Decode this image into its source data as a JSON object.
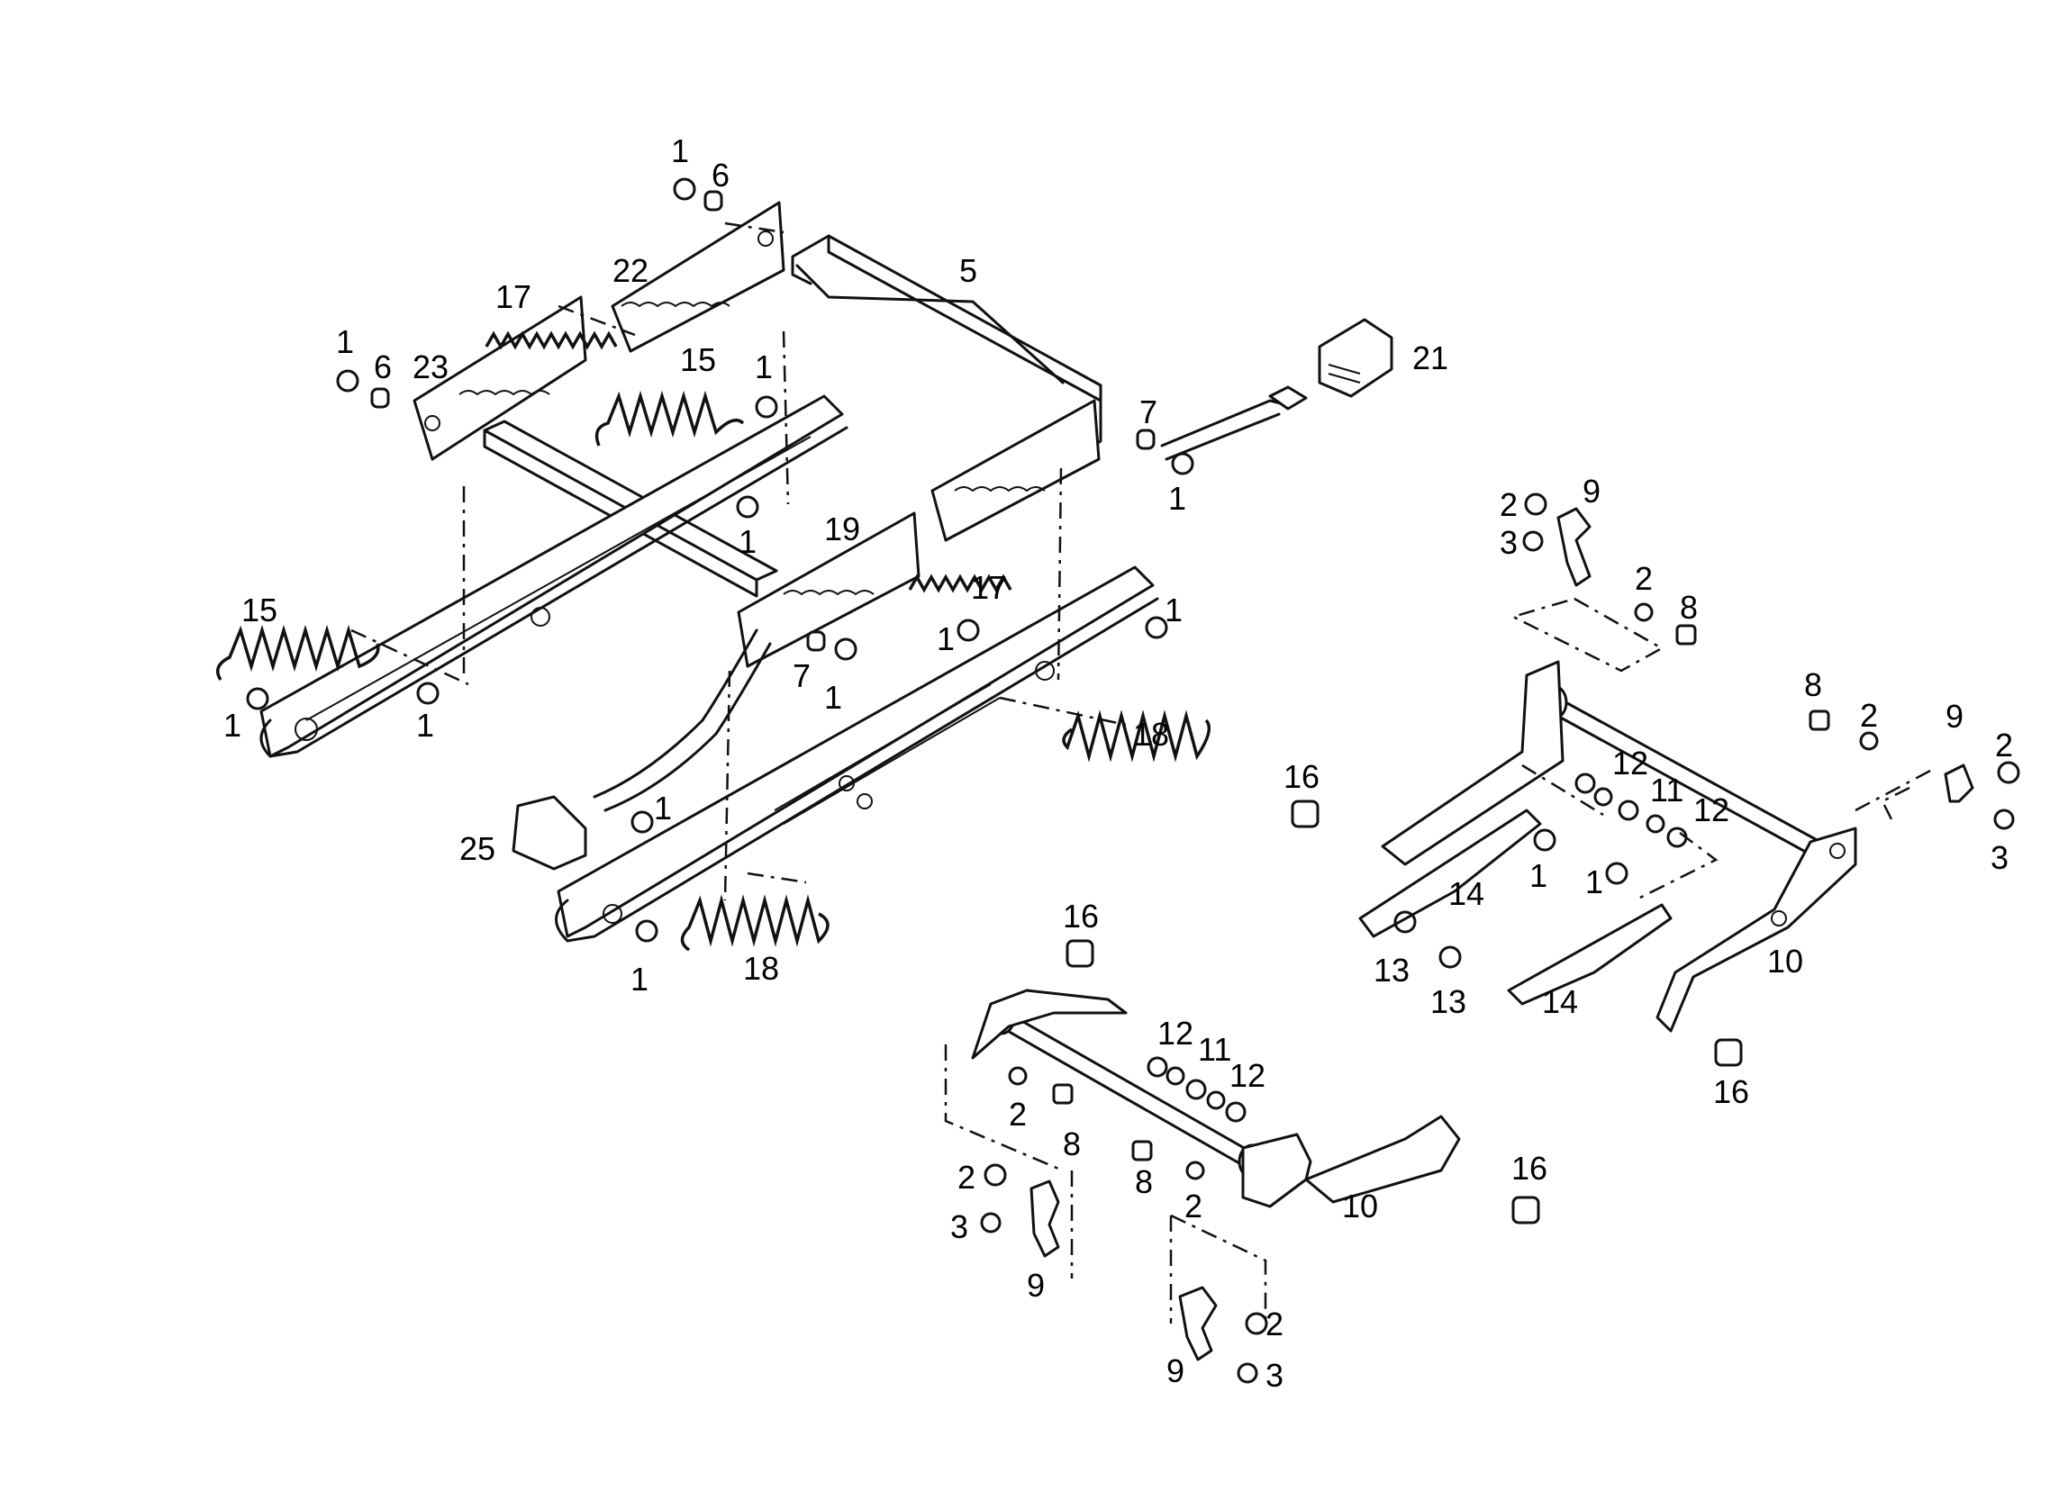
{
  "labels": {
    "upper": [
      "1",
      "6",
      "22",
      "5",
      "17",
      "1",
      "6",
      "23",
      "15",
      "1",
      "21",
      "7",
      "1",
      "1",
      "19",
      "17",
      "15",
      "1",
      "1",
      "7",
      "1",
      "1",
      "1",
      "18",
      "25",
      "1",
      "1",
      "18"
    ],
    "right": [
      "2",
      "9",
      "3",
      "2",
      "8",
      "8",
      "2",
      "9",
      "2",
      "16",
      "12",
      "11",
      "12",
      "1",
      "3",
      "1",
      "14",
      "13",
      "13",
      "14",
      "10",
      "16"
    ],
    "lower": [
      "16",
      "12",
      "11",
      "12",
      "2",
      "8",
      "2",
      "3",
      "9",
      "8",
      "2",
      "10",
      "16",
      "2",
      "9",
      "3"
    ]
  }
}
